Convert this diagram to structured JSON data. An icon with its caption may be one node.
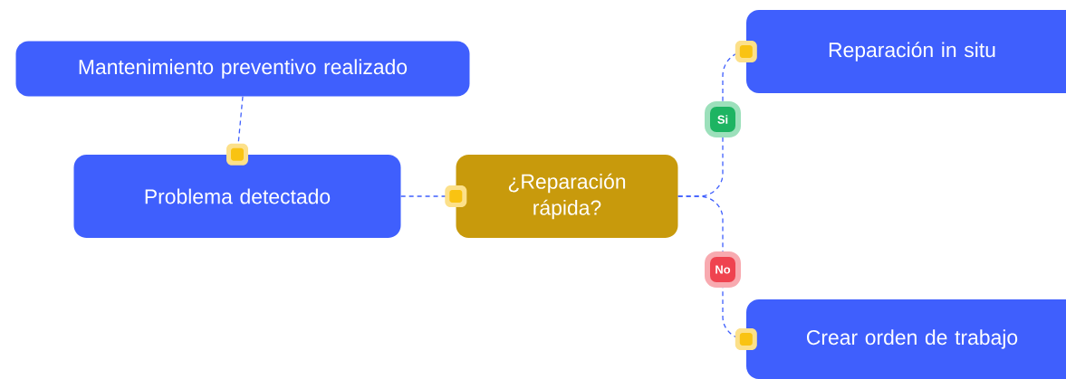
{
  "diagram": {
    "nodes": [
      {
        "text": [
          "Mantenimiento preventivo realizado"
        ]
      },
      {
        "text": [
          "Problema detectado"
        ]
      },
      {
        "text": [
          "¿Reparación rápida?"
        ]
      },
      {
        "text": [
          "Reparación in situ"
        ]
      },
      {
        "text": [
          "Crear orden de trabajo"
        ]
      }
    ],
    "edges": [
      {
        "from": 0,
        "to": 1,
        "arrow": "other",
        "style": "dashed"
      },
      {
        "from": 1,
        "to": 2,
        "arrow": "other",
        "style": "dashed"
      },
      {
        "from": 2,
        "to": 3,
        "arrow": "other",
        "style": "dashed",
        "label": "Si"
      },
      {
        "from": 2,
        "to": 4,
        "arrow": "other",
        "style": "dashed",
        "label": "No"
      }
    ]
  }
}
